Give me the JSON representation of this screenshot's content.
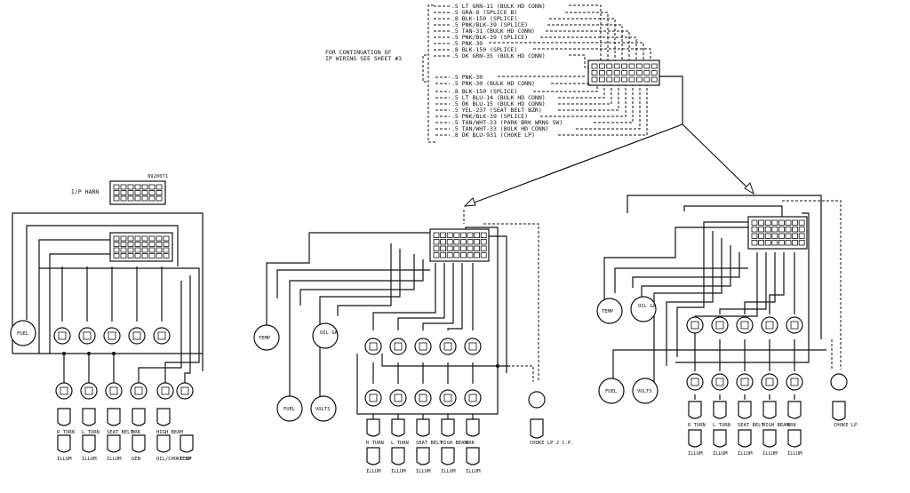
{
  "top_connector": {
    "left_wires": [
      ".5 LT GRN-11 (BULK HD CONN)",
      ".5 GRA-8 (SPLICE B)",
      ".8 BLK-150 (SPLICE)",
      ".5 PNK/BLK-39 (SPLICE)",
      ".5 TAN-31 (BULK HD CONN)",
      ".5 PNK/BLK-39 (SPLICE)",
      ".5 PNK-30",
      ".8 BLK-150 (SPLICE)",
      ".5 DK GRN-35 (BULK HD CONN)"
    ],
    "bottom_wires": [
      ".5 PNK-30",
      ".5 PNK-30 (BULK HD CONN)",
      ".8 BLK-150 (SPLICE)",
      ".5 LT BLU-14 (BULK HD CONN)",
      ".5 DK BLU-15 (BULK HD CONN)",
      ".5 YEL-237 (SEAT BELT BZR)",
      ".5 PNK/BLK-39 (SPLICE)",
      ".5 TAN/WHT-33 (PARK BRK WRNG SW)",
      ".5 TAN/WHT-33 (BULK HD CONN)",
      ".8 DK BLU-931 (CHOKE LP)"
    ],
    "continuation_note_line1": "FOR CONTINUATION OF",
    "continuation_note_line2": "IP WIRING SEE SHEET #3"
  },
  "left_panel": {
    "part_number": "8920071",
    "harness_label": "I/P HARN",
    "gauge_fuel": "FUEL",
    "indicator_labels": [
      "R TURN",
      "L TURN",
      "SEAT BELT",
      "BRK",
      "HIGH BEAM"
    ],
    "illum_labels": [
      "ILLUM",
      "ILLUM",
      "ILLUM",
      "GEN",
      "OIL/CHOKE LP",
      "TEMP"
    ]
  },
  "middle_panel": {
    "gauge_temp": "TEMP",
    "gauge_oil": "OIL GA",
    "gauge_fuel": "FUEL",
    "gauge_volts": "VOLTS",
    "indicator_labels": [
      "R TURN",
      "L TURN",
      "SEAT BELT",
      "HIGH BEAM",
      "BRK"
    ],
    "choke_label": "CHOKE LP 2 C.P.",
    "illum_labels": [
      "ILLUM",
      "ILLUM",
      "ILLUM",
      "ILLUM",
      "ILLUM"
    ]
  },
  "right_panel": {
    "gauge_temp": "TEMP",
    "gauge_oil": "OIL GA",
    "gauge_fuel": "FUEL",
    "gauge_volts": "VOLTS",
    "indicator_labels": [
      "R TURN",
      "L TURN",
      "SEAT BELT",
      "HIGH BEAM",
      "BRK"
    ],
    "choke_label": "CHOKE LP",
    "illum_labels": [
      "ILLUM",
      "ILLUM",
      "ILLUM",
      "ILLUM",
      "ILLUM"
    ]
  }
}
